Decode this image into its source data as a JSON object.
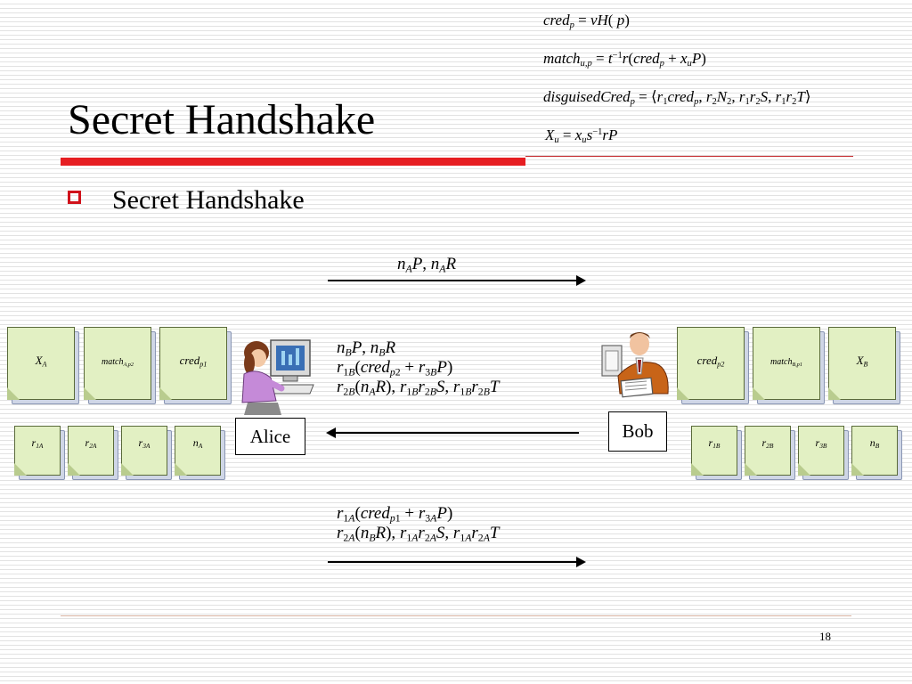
{
  "slide": {
    "title": "Secret Handshake",
    "bullet": "Secret Handshake",
    "page_number": "18"
  },
  "colors": {
    "title_bar": "#e61e22",
    "bullet": "#d0121b",
    "card_face": "#e2f0c3",
    "card_shadow": "#cfd6e6"
  },
  "participants": {
    "alice": "Alice",
    "bob": "Bob"
  },
  "icons": {
    "alice": "woman-at-computer-icon",
    "bob": "man-with-papers-icon"
  }
}
